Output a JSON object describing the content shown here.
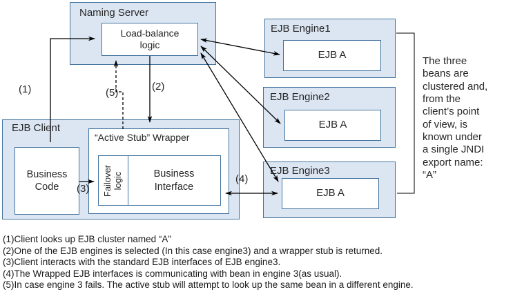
{
  "colors": {
    "box_fill": "#dce6f2",
    "box_border": "#41719c",
    "connector": "#000000",
    "text": "#262626"
  },
  "naming_server": {
    "title": "Naming Server",
    "load_balance_logic": "Load-balance logic"
  },
  "ejb_client": {
    "title": "EJB Client",
    "business_code": "Business Code",
    "wrapper_title": "“Active Stub” Wrapper",
    "failover_logic": "Failover logic",
    "business_interface": "Business Interface"
  },
  "engines": [
    {
      "title": "EJB Engine1",
      "bean": "EJB A"
    },
    {
      "title": "EJB Engine2",
      "bean": "EJB A"
    },
    {
      "title": "EJB Engine3",
      "bean": "EJB A"
    }
  ],
  "connector_labels": {
    "c1": "(1)",
    "c2": "(2)",
    "c3": "(3)",
    "c4": "(4)",
    "c5": "(5)"
  },
  "side_note_lines": [
    "The three",
    "beans are",
    "clustered and,",
    "from the",
    "client’s point",
    "of view, is",
    "known under",
    "a single JNDI",
    "export name:",
    "“A”"
  ],
  "footnotes": [
    "(1)Client looks up EJB cluster named “A”",
    "(2)One of the EJB engines is selected (In this case engine3) and a wrapper stub is returned.",
    "(3)Client interacts with the standard EJB interfaces of EJB engine3.",
    "(4)The Wrapped EJB interfaces is communicating with bean in engine 3(as usual).",
    "(5)In case engine 3 fails. The active stub will attempt to look up the same bean in a different engine."
  ]
}
